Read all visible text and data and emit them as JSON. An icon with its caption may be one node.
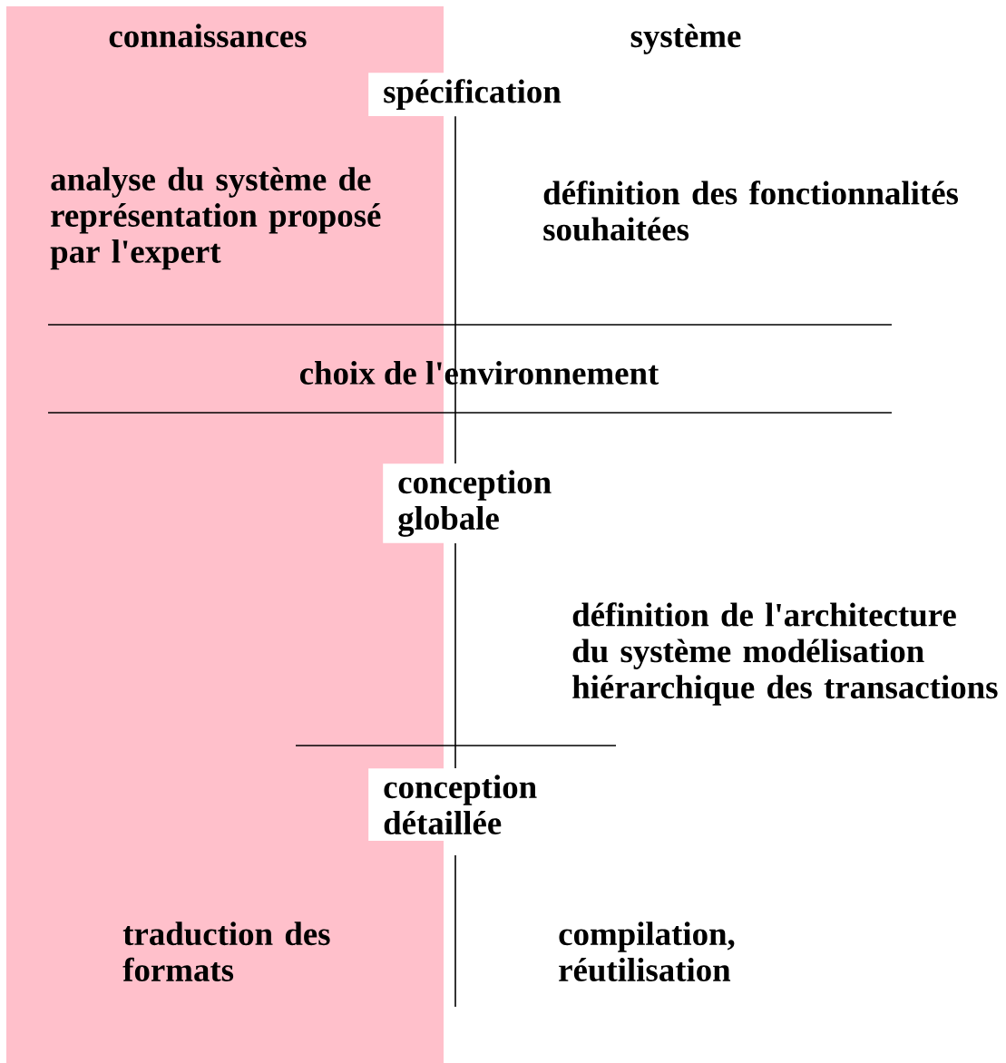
{
  "diagram": {
    "nodes": [
      {
        "text": [
          "connaissances"
        ]
      },
      {
        "text": [
          "spécification"
        ]
      },
      {
        "text": [
          "conception globale"
        ]
      },
      {
        "text": [
          "conception détaillée"
        ]
      }
    ],
    "edges": [
      {
        "from": 1,
        "to": 2,
        "arrow": "none"
      },
      {
        "from": 2,
        "to": 3,
        "arrow": "none"
      }
    ],
    "labels": [
      "système",
      "analyse du système de représentation proposé par l'expert",
      "définition des fonctionnalités souhaitées",
      "choix de l'environnement",
      "définition de l'architecture du système modélisation hiérarchique des transactions",
      "traduction des formats",
      "compilation, réutilisation"
    ]
  }
}
